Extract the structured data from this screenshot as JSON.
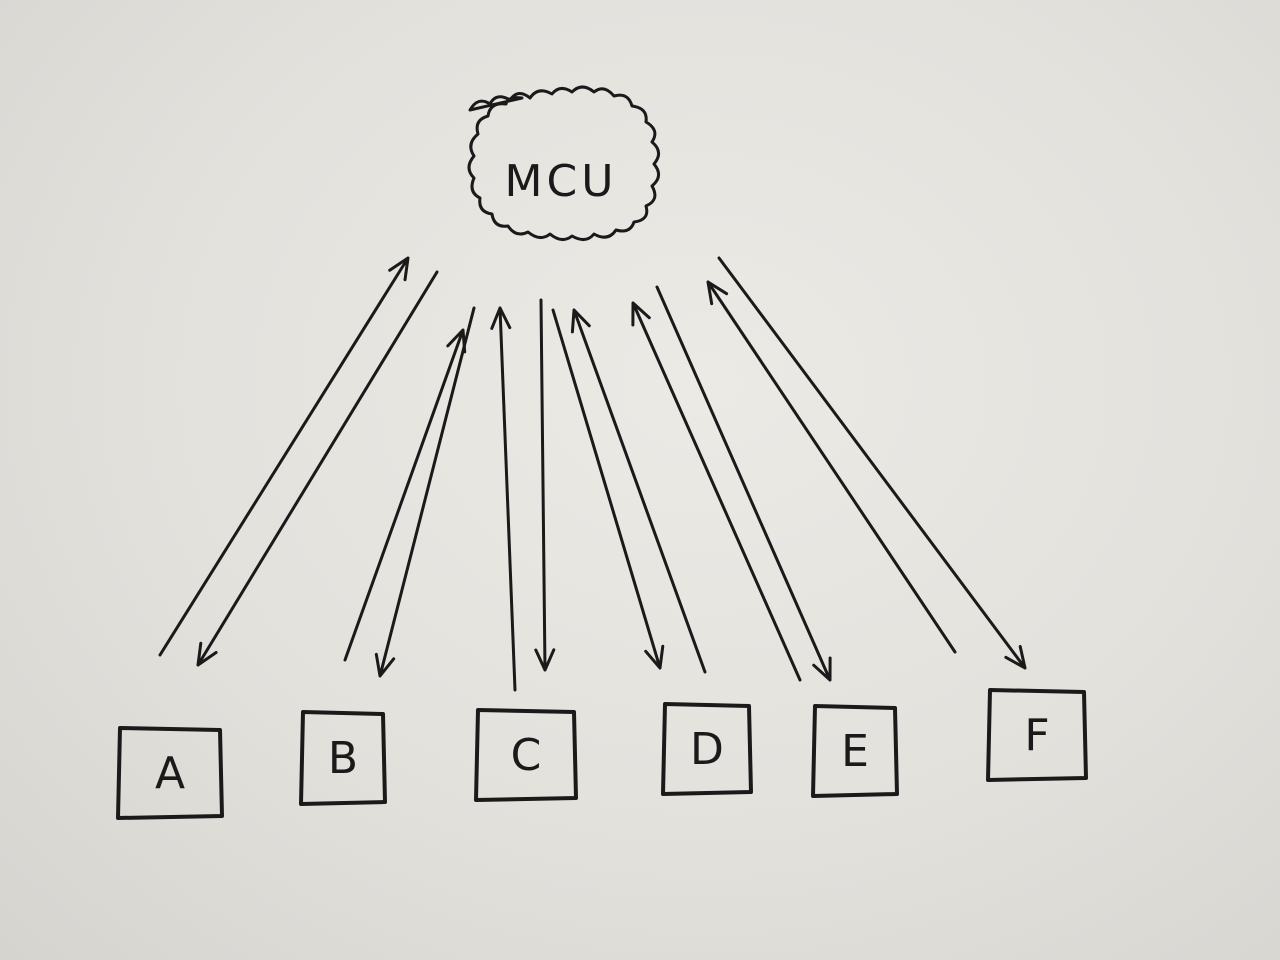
{
  "diagram": {
    "hub": {
      "label": "MCU"
    },
    "devices": [
      {
        "label": "A"
      },
      {
        "label": "B"
      },
      {
        "label": "C"
      },
      {
        "label": "D"
      },
      {
        "label": "E"
      },
      {
        "label": "F"
      }
    ],
    "colors": {
      "paper": "#e6e4df",
      "ink": "#1a1a1a"
    }
  }
}
